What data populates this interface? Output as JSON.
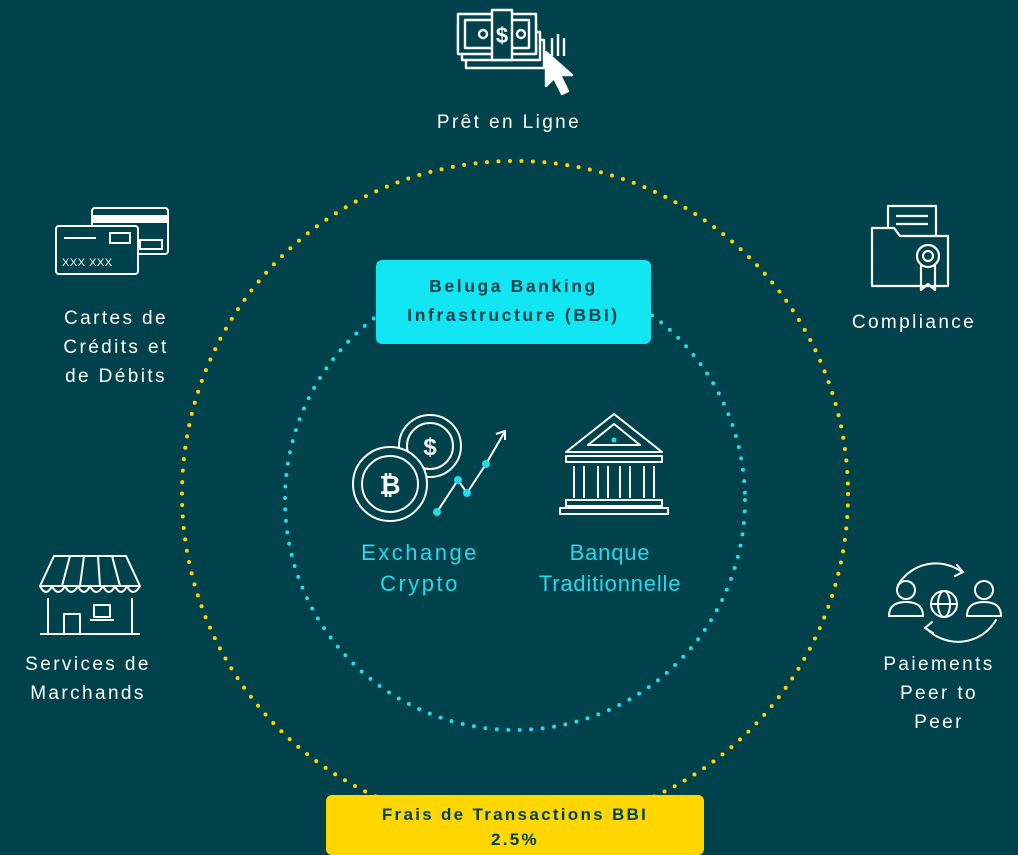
{
  "colors": {
    "background": "#00424c",
    "outer_ring": "#ffd600",
    "inner_ring": "#27d9ea",
    "bbi_box": "#12e6f2",
    "fees_box": "#ffd600",
    "center_text": "#27d9ea",
    "outer_text": "#ffffff"
  },
  "center": {
    "box_line1": "Beluga Banking",
    "box_line2": "Infrastructure (BBI)",
    "crypto": {
      "line1": "Exchange",
      "line2": "Crypto",
      "icon": "crypto-coins-chart-icon"
    },
    "bank": {
      "line1": "Banque",
      "line2": "Traditionnelle",
      "icon": "bank-building-icon"
    }
  },
  "services": {
    "pret": {
      "label": "Prêt en Ligne",
      "icon": "online-loan-cash-icon"
    },
    "cartes": {
      "line1": "Cartes de",
      "line2": "Crédits et",
      "line3": "de Débits",
      "icon": "credit-cards-icon"
    },
    "compliance": {
      "label": "Compliance",
      "icon": "compliance-folder-icon"
    },
    "marchands": {
      "line1": "Services de",
      "line2": "Marchands",
      "icon": "storefront-icon"
    },
    "p2p": {
      "line1": "Paiements",
      "line2": "Peer to",
      "line3": "Peer",
      "icon": "peer-to-peer-icon"
    }
  },
  "fees": {
    "line1": "Frais de Transactions BBI",
    "line2": "2.5%"
  }
}
